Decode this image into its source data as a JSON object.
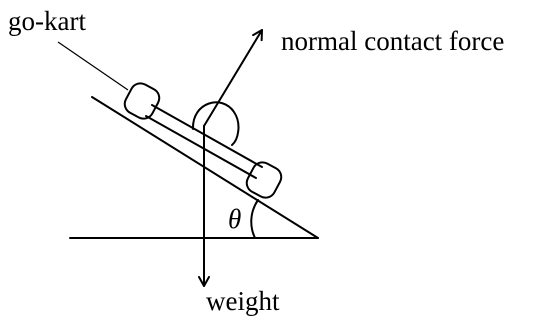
{
  "labels": {
    "go_kart": "go-kart",
    "normal_force": "normal contact force",
    "weight": "weight",
    "angle": "θ"
  },
  "colors": {
    "stroke": "#000000",
    "background": "#ffffff"
  }
}
